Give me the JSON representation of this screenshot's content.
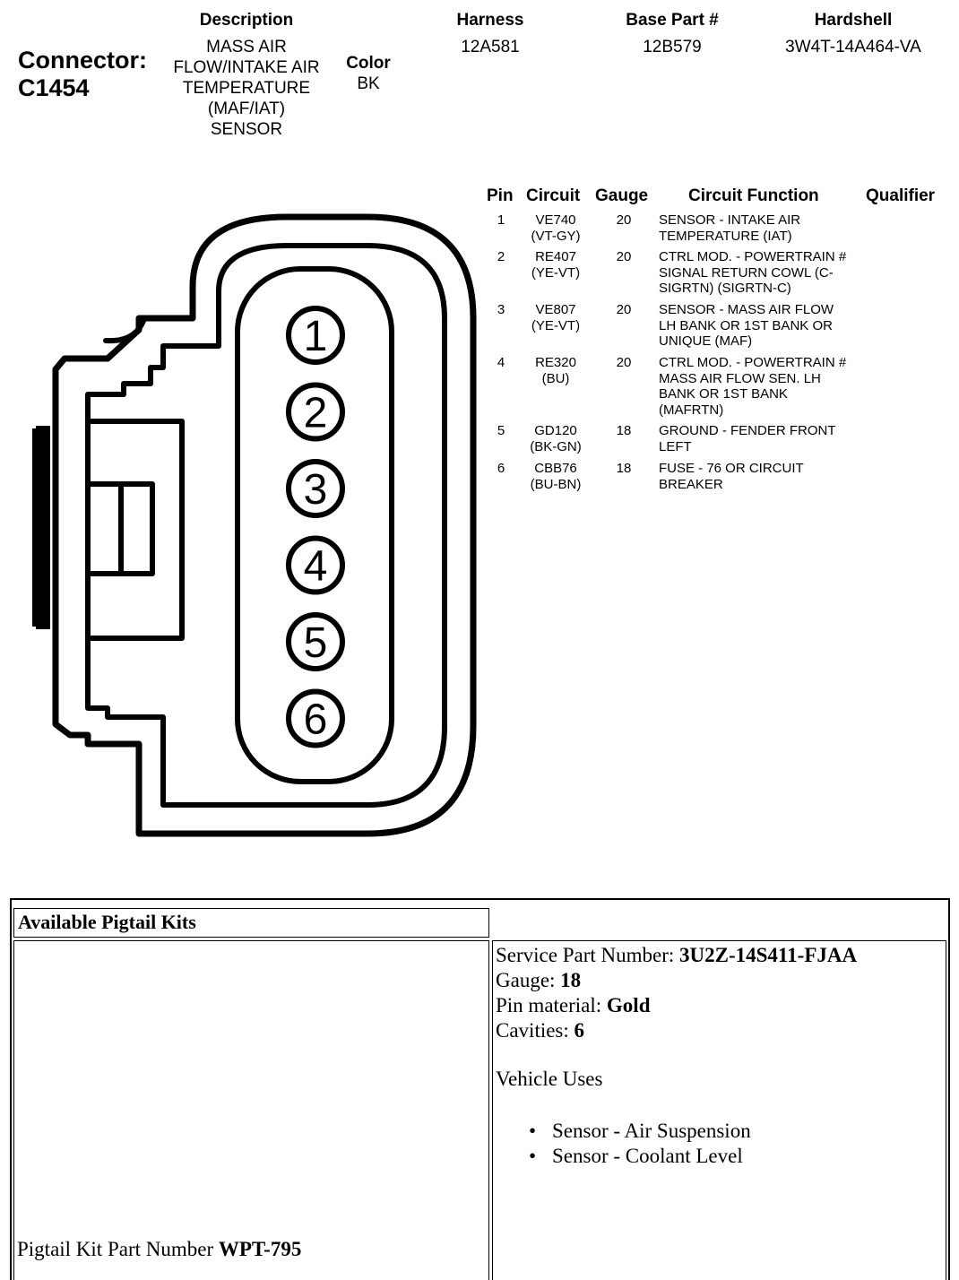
{
  "header": {
    "description_label": "Description",
    "harness_label": "Harness",
    "base_part_label": "Base Part #",
    "hardshell_label": "Hardshell",
    "connector_label": "Connector:",
    "connector_id": "C1454",
    "description_lines": [
      "MASS AIR",
      "FLOW/INTAKE AIR",
      "TEMPERATURE",
      "(MAF/IAT)",
      "SENSOR"
    ],
    "color_label": "Color",
    "color_value": "BK",
    "harness_value": "12A581",
    "base_part_value": "12B579",
    "hardshell_value": "3W4T-14A464-VA"
  },
  "pin_table": {
    "headers": {
      "pin": "Pin",
      "circuit": "Circuit",
      "gauge": "Gauge",
      "function": "Circuit Function",
      "qualifier": "Qualifier"
    },
    "rows": [
      {
        "pin": "1",
        "circuit": [
          "VE740",
          "(VT-GY)"
        ],
        "gauge": "20",
        "function": [
          "SENSOR - INTAKE AIR",
          "TEMPERATURE (IAT)"
        ],
        "qualifier": ""
      },
      {
        "pin": "2",
        "circuit": [
          "RE407",
          "(YE-VT)"
        ],
        "gauge": "20",
        "function": [
          "CTRL MOD. - POWERTRAIN #",
          "SIGNAL RETURN COWL (C-",
          "SIGRTN) (SIGRTN-C)"
        ],
        "qualifier": ""
      },
      {
        "pin": "3",
        "circuit": [
          "VE807",
          "(YE-VT)"
        ],
        "gauge": "20",
        "function": [
          "SENSOR - MASS AIR FLOW",
          "LH BANK OR 1ST BANK OR",
          "UNIQUE (MAF)"
        ],
        "qualifier": ""
      },
      {
        "pin": "4",
        "circuit": [
          "RE320",
          "(BU)"
        ],
        "gauge": "20",
        "function": [
          "CTRL MOD. - POWERTRAIN #",
          "MASS AIR FLOW SEN. LH",
          "BANK OR 1ST BANK",
          "(MAFRTN)"
        ],
        "qualifier": ""
      },
      {
        "pin": "5",
        "circuit": [
          "GD120",
          "(BK-GN)"
        ],
        "gauge": "18",
        "function": [
          "GROUND - FENDER FRONT",
          "LEFT"
        ],
        "qualifier": ""
      },
      {
        "pin": "6",
        "circuit": [
          "CBB76",
          "(BU-BN)"
        ],
        "gauge": "18",
        "function": [
          "FUSE - 76 OR CIRCUIT",
          "BREAKER"
        ],
        "qualifier": ""
      }
    ]
  },
  "connector_diagram": {
    "cavity_labels": [
      "1",
      "2",
      "3",
      "4",
      "5",
      "6"
    ]
  },
  "pigtail": {
    "title": "Available Pigtail Kits",
    "kit_part_label": "Pigtail Kit Part Number ",
    "kit_part_value": "WPT-795",
    "service_part_label": "Service Part Number: ",
    "service_part_value": "3U2Z-14S411-FJAA",
    "gauge_label": "Gauge: ",
    "gauge_value": "18",
    "pin_material_label": "Pin material: ",
    "pin_material_value": "Gold",
    "cavities_label": "Cavities: ",
    "cavities_value": "6",
    "vehicle_uses_label": "Vehicle Uses",
    "vehicle_uses": [
      "Sensor - Air Suspension",
      "Sensor - Coolant Level"
    ]
  }
}
